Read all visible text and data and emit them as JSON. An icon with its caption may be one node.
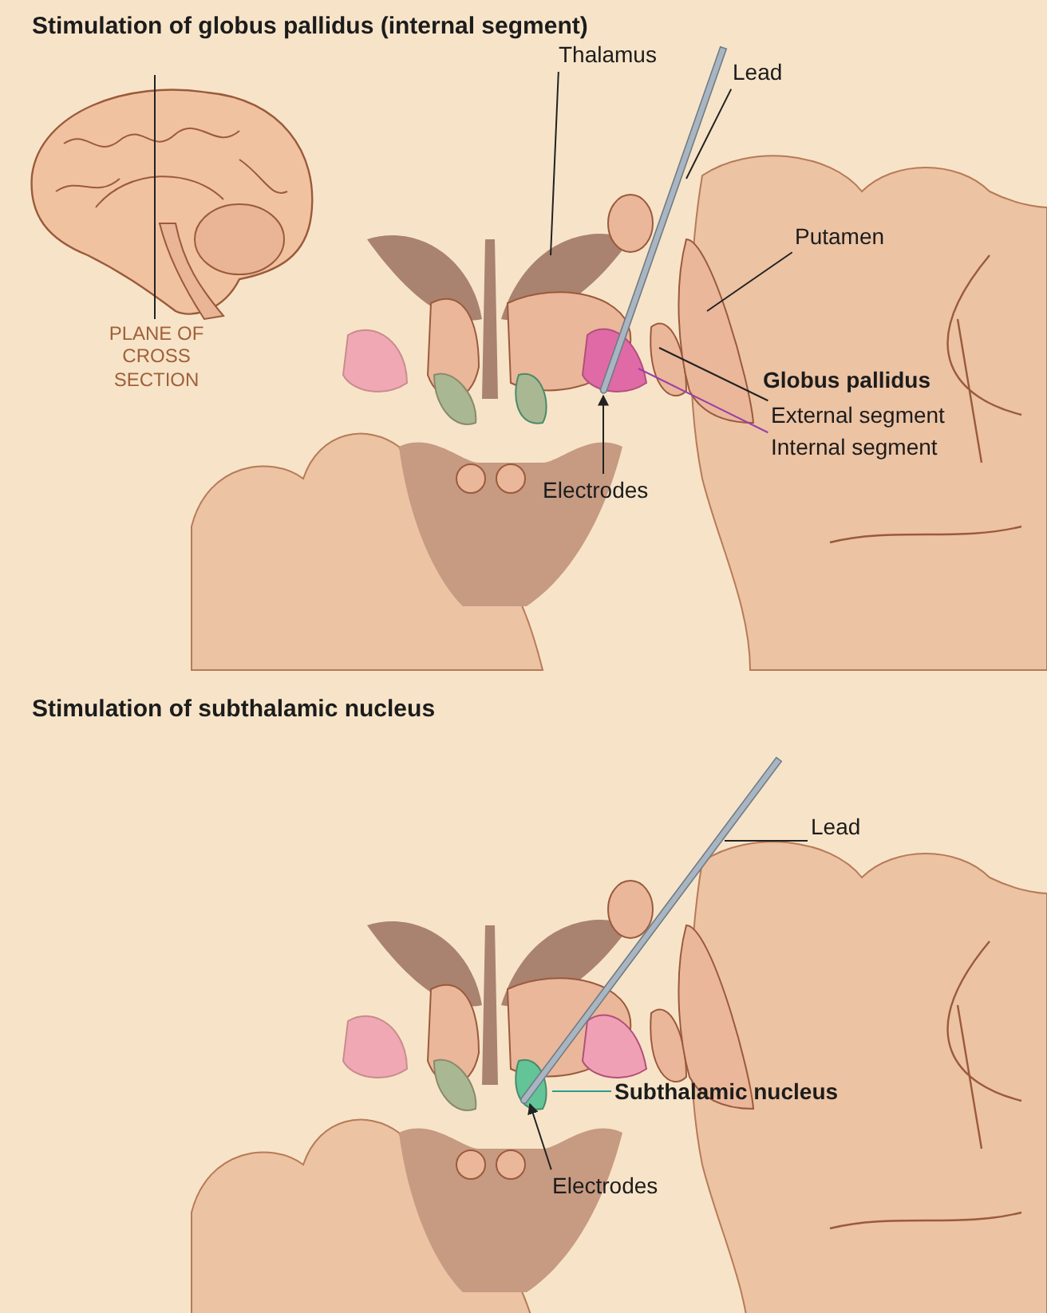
{
  "diagram": {
    "nodes": [
      {
        "text": [
          "PLANE OF CROSS SECTION"
        ]
      },
      {
        "text": [
          "Thalamus"
        ]
      },
      {
        "text": [
          "Lead"
        ]
      },
      {
        "text": [
          "Putamen"
        ]
      },
      {
        "text": [
          "External segment"
        ]
      },
      {
        "text": [
          "Internal segment"
        ]
      },
      {
        "text": [
          "Electrodes"
        ]
      },
      {
        "text": [
          "Lead"
        ]
      },
      {
        "text": [
          "Subthalamic nucleus"
        ]
      },
      {
        "text": [
          "Electrodes"
        ]
      }
    ],
    "edges": [
      {
        "from": 0,
        "to": null,
        "arrow": "none"
      },
      {
        "from": 1,
        "to": null,
        "arrow": "none"
      },
      {
        "from": 2,
        "to": null,
        "arrow": "none"
      },
      {
        "from": 3,
        "to": null,
        "arrow": "none"
      },
      {
        "from": 4,
        "to": null,
        "arrow": "none"
      },
      {
        "from": 5,
        "to": null,
        "arrow": "none",
        "color": "#9b3fa6"
      },
      {
        "from": 6,
        "to": null,
        "arrow": "to"
      },
      {
        "from": 7,
        "to": null,
        "arrow": "none"
      },
      {
        "from": 8,
        "to": null,
        "arrow": "none",
        "color": "#2a9d8f"
      },
      {
        "from": 9,
        "to": null,
        "arrow": "to"
      }
    ],
    "labels": [
      "Stimulation of globus pallidus (internal segment)",
      "Globus pallidus",
      "Stimulation of subthalamic nucleus"
    ]
  }
}
